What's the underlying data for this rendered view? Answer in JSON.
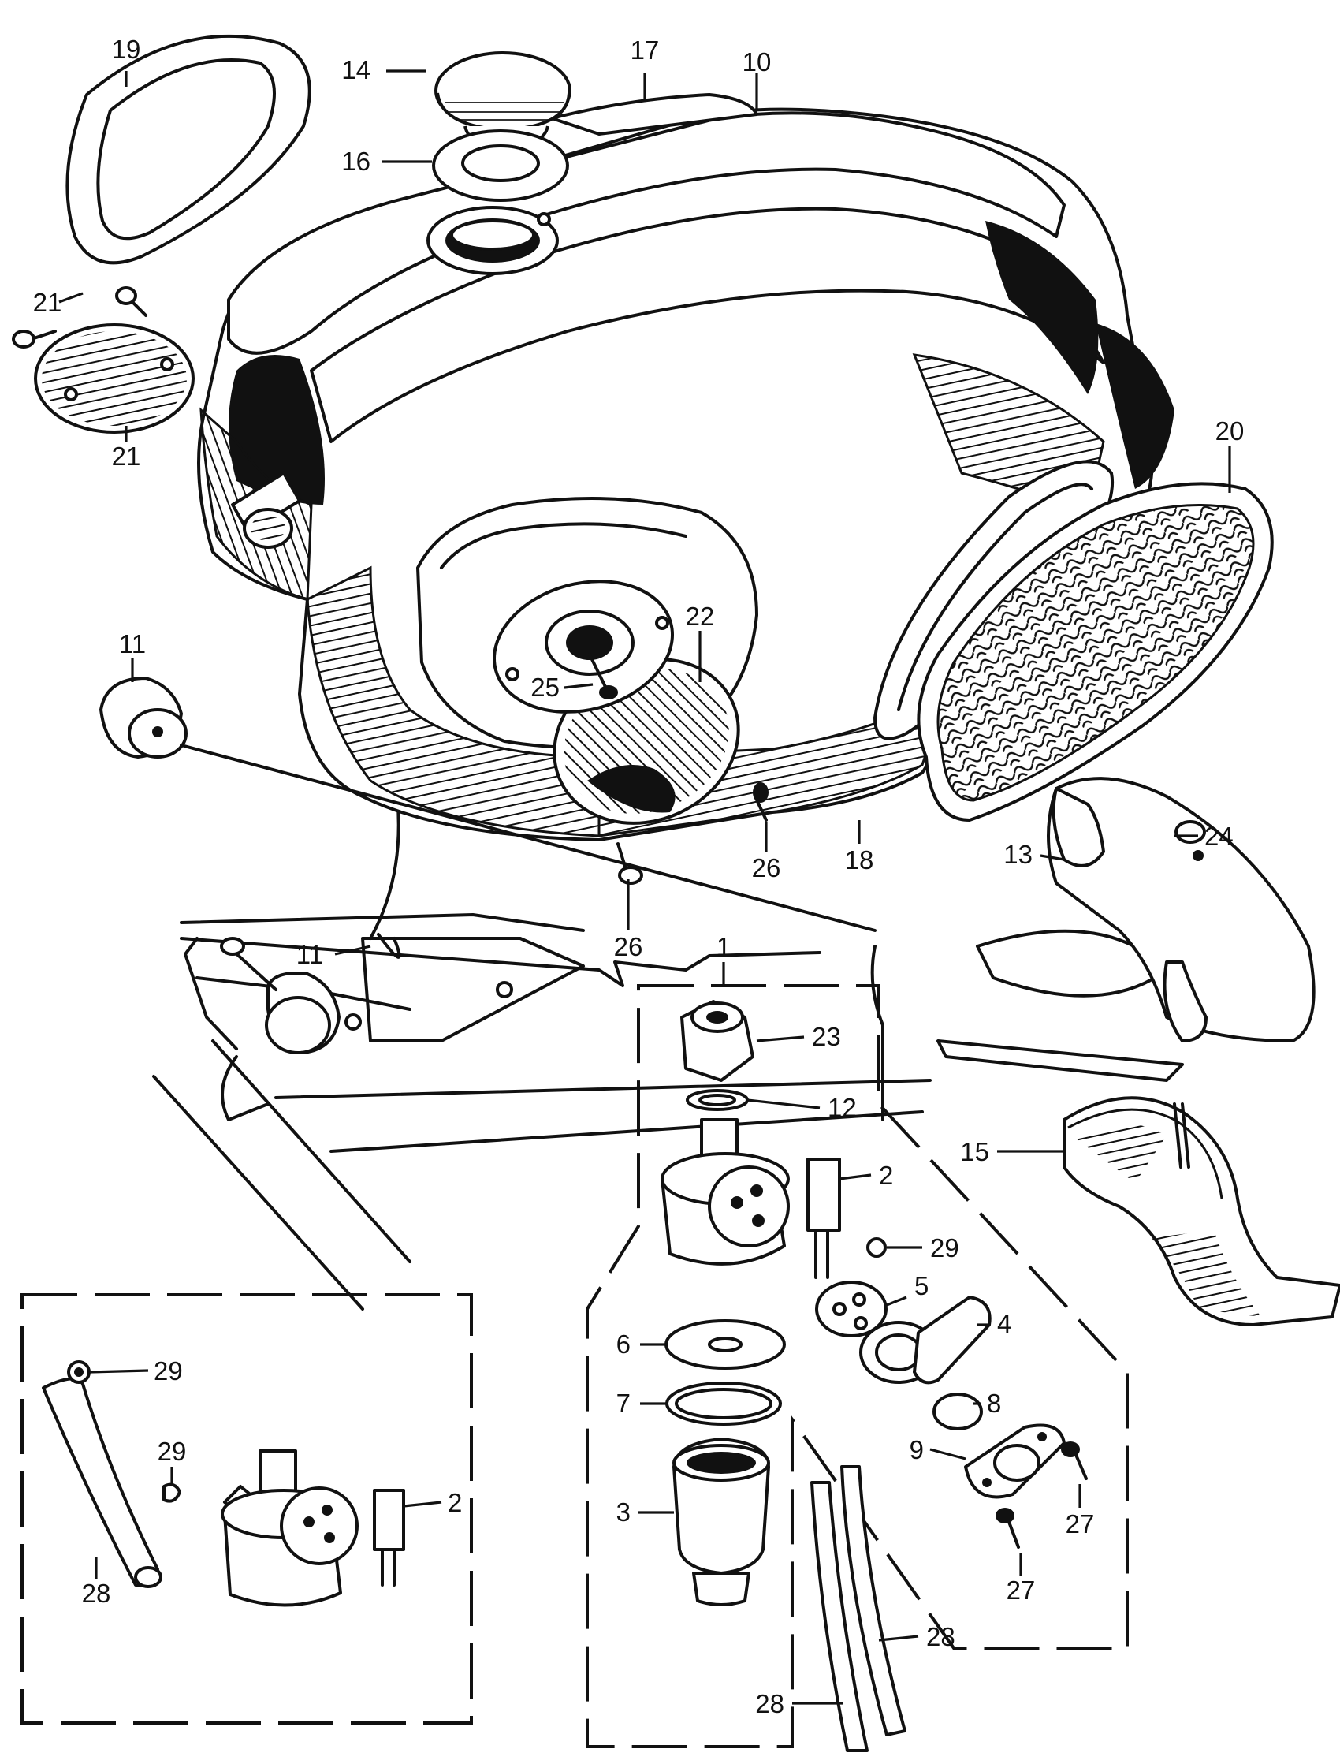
{
  "labels": {
    "p1": "1",
    "p2a": "2",
    "p2b": "2",
    "p3": "3",
    "p4": "4",
    "p5": "5",
    "p6": "6",
    "p7": "7",
    "p8": "8",
    "p9": "9",
    "p10": "10",
    "p11a": "11",
    "p11b": "11",
    "p12": "12",
    "p13": "13",
    "p14": "14",
    "p15": "15",
    "p16": "16",
    "p17": "17",
    "p18": "18",
    "p19": "19",
    "p20": "20",
    "p21a": "21",
    "p21b": "21",
    "p22": "22",
    "p23": "23",
    "p24": "24",
    "p25": "25",
    "p26a": "26",
    "p26b": "26",
    "p27a": "27",
    "p27b": "27",
    "p28a": "28",
    "p28b": "28",
    "p28c": "28",
    "p29a": "29",
    "p29b": "29",
    "p29c": "29"
  }
}
